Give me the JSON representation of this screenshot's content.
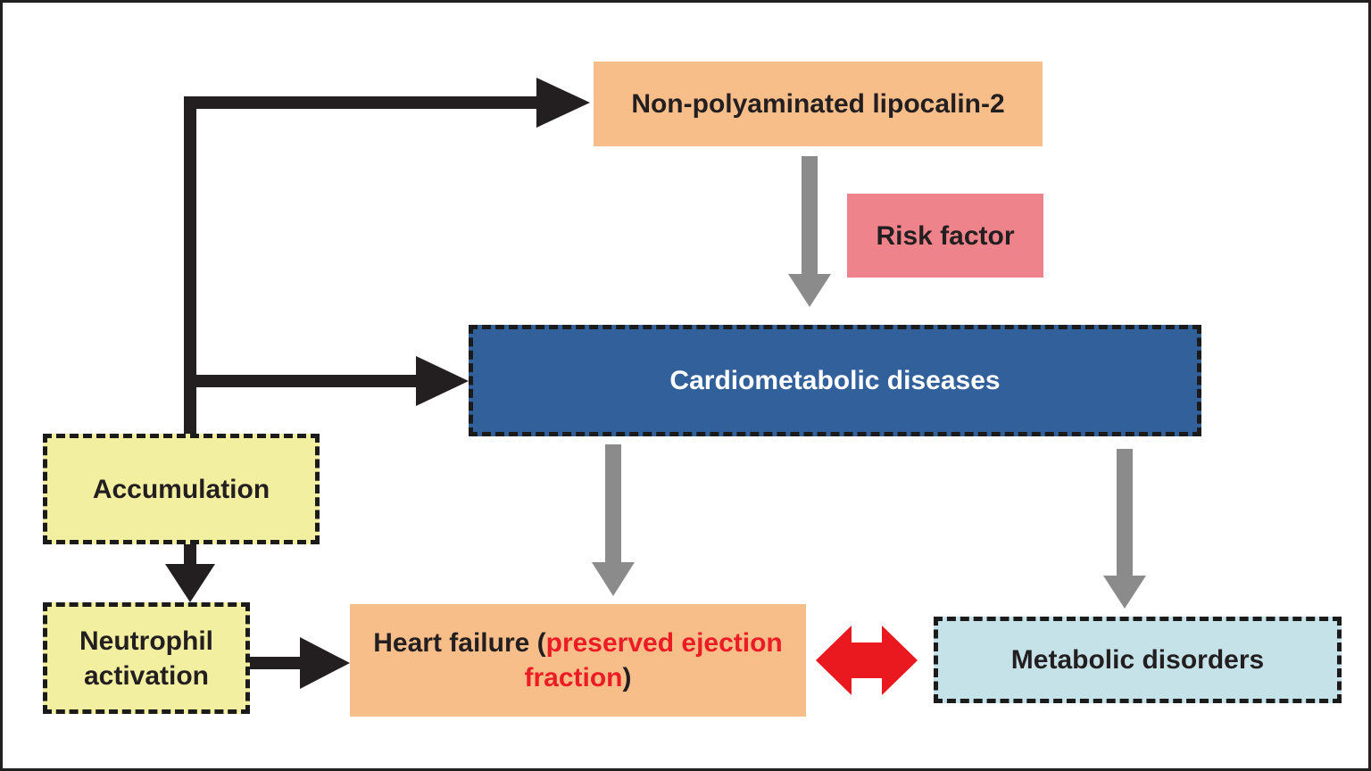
{
  "nodes": {
    "lipocalin": {
      "label": "Non-polyaminated lipocalin-2",
      "fill": "#F8BE8A",
      "text_color": "#231F20",
      "border": "none"
    },
    "risk_factor": {
      "label": "Risk factor",
      "fill": "#EF838B",
      "text_color": "#231F20",
      "border": "none"
    },
    "cardiometabolic": {
      "label": "Cardiometabolic diseases",
      "fill": "#31609B",
      "text_color": "#FFFFFF",
      "border": "dashed"
    },
    "accumulation": {
      "label": "Accumulation",
      "fill": "#F2EFA1",
      "text_color": "#231F20",
      "border": "dashed"
    },
    "neutrophil": {
      "label": "Neutrophil activation",
      "fill": "#F2EFA1",
      "text_color": "#231F20",
      "border": "dashed"
    },
    "heart_failure": {
      "prefix": "Heart failure (",
      "highlight": "preserved ejection fraction",
      "suffix": ")",
      "fill": "#F8BE8A",
      "text_color": "#231F20",
      "highlight_color": "#EC1C24",
      "border": "none"
    },
    "metabolic": {
      "label": "Metabolic disorders",
      "fill": "#C5E2E9",
      "text_color": "#231F20",
      "border": "dashed"
    }
  },
  "edges": [
    {
      "from": "accumulation",
      "to": "lipocalin",
      "style": "black-arrow"
    },
    {
      "from": "accumulation",
      "to": "cardiometabolic",
      "style": "black-arrow"
    },
    {
      "from": "accumulation",
      "to": "neutrophil",
      "style": "black-arrow"
    },
    {
      "from": "neutrophil",
      "to": "heart_failure",
      "style": "black-arrow"
    },
    {
      "from": "lipocalin",
      "to": "cardiometabolic",
      "style": "gray-arrow",
      "annotation": "Risk factor"
    },
    {
      "from": "cardiometabolic",
      "to": "heart_failure",
      "style": "gray-arrow"
    },
    {
      "from": "cardiometabolic",
      "to": "metabolic",
      "style": "gray-arrow"
    },
    {
      "from": "heart_failure",
      "to": "metabolic",
      "style": "red-double-arrow"
    }
  ],
  "colors": {
    "background": "#FFFFFF",
    "frame_border": "#202020",
    "dashed_border": "#1B1B1B",
    "black_arrow": "#231F20",
    "gray_arrow": "#8B8B8B",
    "red_arrow": "#E9191F"
  }
}
